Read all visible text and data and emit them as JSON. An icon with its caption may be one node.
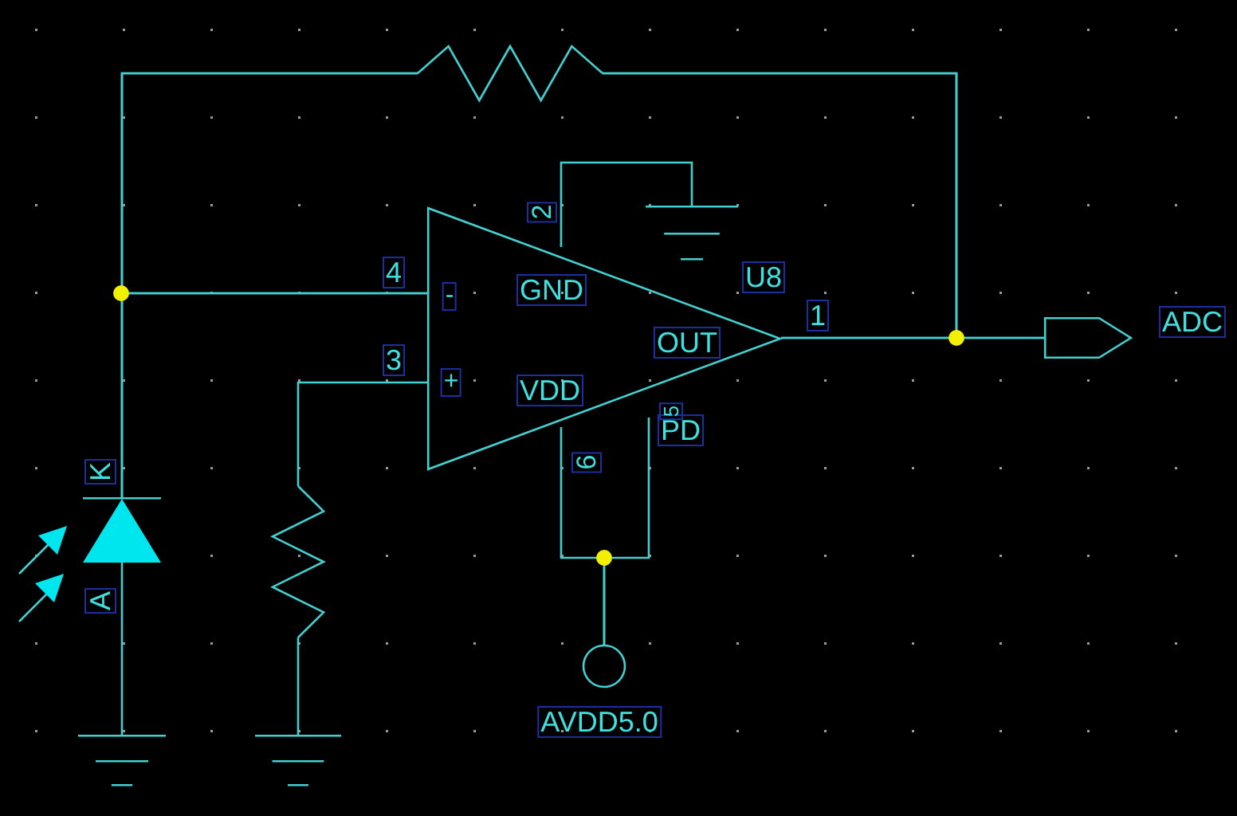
{
  "diagram": {
    "nodes": [
      {
        "text": [],
        "shape": "resistor"
      },
      {
        "text": [],
        "shape": "ground"
      },
      {
        "text": [
          "-",
          "GND",
          "+",
          "VDD",
          "OUT",
          "PD"
        ],
        "beside": [
          "U8"
        ]
      },
      {
        "text": [],
        "shape": "port",
        "beside": [
          "ADC"
        ]
      },
      {
        "text": [],
        "shape": "diode",
        "beside": [
          "K",
          "A"
        ]
      },
      {
        "text": [],
        "shape": "resistor"
      },
      {
        "text": [],
        "shape": "circle",
        "beside": [
          "AVDD5.0"
        ]
      },
      {
        "text": [],
        "shape": "ground"
      },
      {
        "text": [],
        "shape": "ground"
      }
    ],
    "edges": [
      {
        "from": 0,
        "to": 2,
        "arrow": "none"
      },
      {
        "from": 0,
        "to": 4,
        "arrow": "none"
      },
      {
        "from": 2,
        "to": 4,
        "arrow": "none"
      },
      {
        "from": 2,
        "to": 3,
        "arrow": "none"
      },
      {
        "from": 0,
        "to": 2,
        "arrow": "none"
      },
      {
        "from": 0,
        "to": 3,
        "arrow": "none"
      },
      {
        "from": 2,
        "to": 1,
        "arrow": "none"
      },
      {
        "from": 2,
        "to": 5,
        "arrow": "none"
      },
      {
        "from": 2,
        "to": 6,
        "arrow": "none"
      },
      {
        "from": 2,
        "to": 6,
        "arrow": "none"
      },
      {
        "from": 4,
        "to": 7,
        "arrow": "none"
      },
      {
        "from": 5,
        "to": 8,
        "arrow": "none"
      }
    ],
    "labels": [
      "2",
      "4",
      "1",
      "3",
      "5",
      "6"
    ]
  }
}
